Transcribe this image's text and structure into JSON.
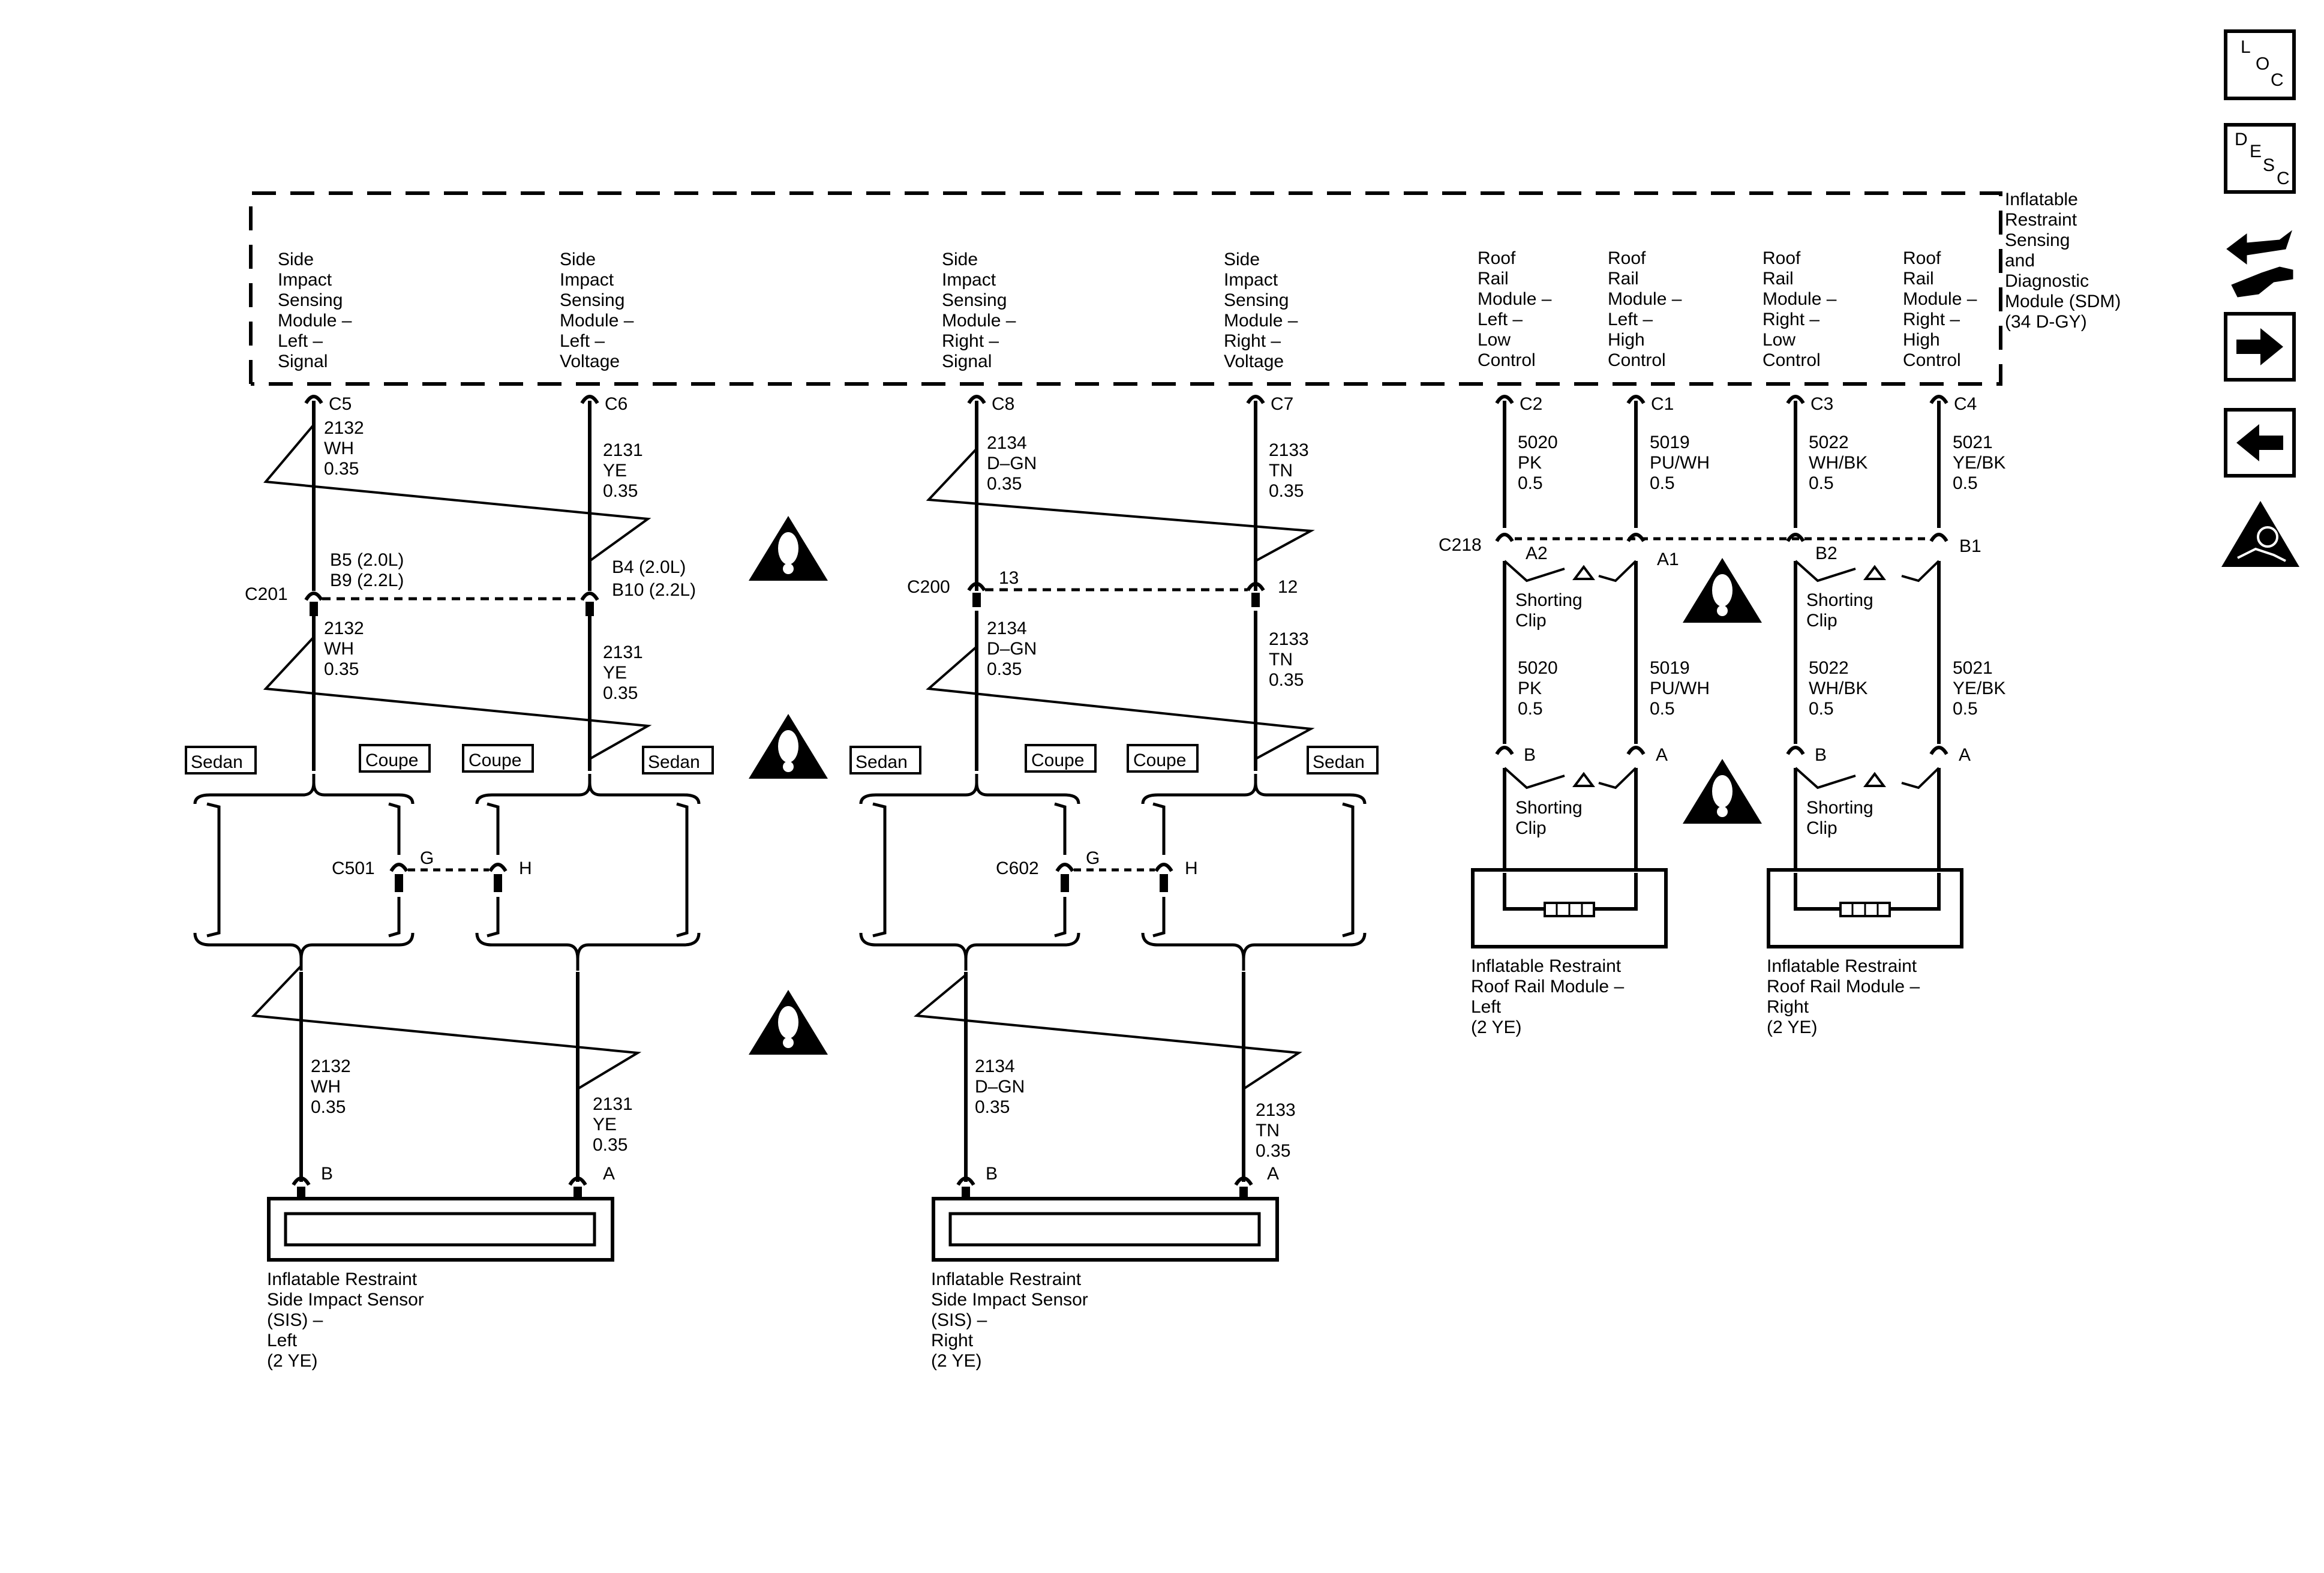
{
  "sdm": {
    "label": [
      "Inflatable",
      "Restraint",
      "Sensing",
      "and",
      "Diagnostic",
      "Module (SDM)",
      "(34 D-GY)"
    ]
  },
  "sdm_pins": [
    {
      "id": "c5",
      "lines": [
        "Side",
        "Impact",
        "Sensing",
        "Module –",
        "Left –",
        "Signal"
      ],
      "cavity": "C5"
    },
    {
      "id": "c6",
      "lines": [
        "Side",
        "Impact",
        "Sensing",
        "Module –",
        "Left –",
        "Voltage"
      ],
      "cavity": "C6"
    },
    {
      "id": "c8",
      "lines": [
        "Side",
        "Impact",
        "Sensing",
        "Module –",
        "Right –",
        "Signal"
      ],
      "cavity": "C8"
    },
    {
      "id": "c7",
      "lines": [
        "Side",
        "Impact",
        "Sensing",
        "Module –",
        "Right –",
        "Voltage"
      ],
      "cavity": "C7"
    },
    {
      "id": "c2",
      "lines": [
        "Roof",
        "Rail",
        "Module –",
        "Left –",
        "Low",
        "Control"
      ],
      "cavity": "C2"
    },
    {
      "id": "c1",
      "lines": [
        "Roof",
        "Rail",
        "Module –",
        "Left –",
        "High",
        "Control"
      ],
      "cavity": "C1"
    },
    {
      "id": "c3",
      "lines": [
        "Roof",
        "Rail",
        "Module –",
        "Right –",
        "Low",
        "Control"
      ],
      "cavity": "C3"
    },
    {
      "id": "c4",
      "lines": [
        "Roof",
        "Rail",
        "Module –",
        "Right –",
        "High",
        "Control"
      ],
      "cavity": "C4"
    }
  ],
  "wires": {
    "w2132": [
      "2132",
      "WH",
      "0.35"
    ],
    "w2131": [
      "2131",
      "YE",
      "0.35"
    ],
    "w2134": [
      "2134",
      "D–GN",
      "0.35"
    ],
    "w2133": [
      "2133",
      "TN",
      "0.35"
    ],
    "w5020": [
      "5020",
      "PK",
      "0.5"
    ],
    "w5019": [
      "5019",
      "PU/WH",
      "0.5"
    ],
    "w5022": [
      "5022",
      "WH/BK",
      "0.5"
    ],
    "w5021": [
      "5021",
      "YE/BK",
      "0.5"
    ]
  },
  "connectors": {
    "c201": {
      "name": "C201",
      "pin_a": [
        "B5 (2.0L)",
        "B9 (2.2L)"
      ],
      "pin_b": [
        "B4 (2.0L)",
        "B10 (2.2L)"
      ]
    },
    "c200": {
      "name": "C200",
      "pin_a": "13",
      "pin_b": "12"
    },
    "c501": {
      "name": "C501",
      "pin_a": "G",
      "pin_b": "H"
    },
    "c602": {
      "name": "C602",
      "pin_a": "G",
      "pin_b": "H"
    },
    "c218": {
      "name": "C218",
      "pins": [
        "A2",
        "A1",
        "B2",
        "B1"
      ]
    },
    "module_pins": [
      "B",
      "A"
    ]
  },
  "options": {
    "sedan": "Sedan",
    "coupe": "Coupe"
  },
  "shorting_clip": [
    "Shorting",
    "Clip"
  ],
  "components": {
    "sis_left": [
      "Inflatable Restraint",
      "Side Impact Sensor",
      "(SIS) –",
      "Left",
      "(2 YE)"
    ],
    "sis_right": [
      "Inflatable Restraint",
      "Side Impact Sensor",
      "(SIS) –",
      "Right",
      "(2 YE)"
    ],
    "rrm_left": [
      "Inflatable Restraint",
      "Roof Rail Module –",
      "Left",
      "(2 YE)"
    ],
    "rrm_right": [
      "Inflatable Restraint",
      "Roof Rail Module –",
      "Right",
      "(2 YE)"
    ]
  },
  "sidebar": {
    "loc": [
      "L",
      "O",
      "C"
    ],
    "desc": [
      "D",
      "E",
      "S",
      "C"
    ]
  },
  "icons": {
    "loc": "loc-icon",
    "desc": "desc-icon",
    "swap": "swap-arrows-icon",
    "forward": "arrow-right-icon",
    "back": "arrow-left-icon",
    "airbag": "airbag-icon",
    "warning": "warning-icon"
  }
}
